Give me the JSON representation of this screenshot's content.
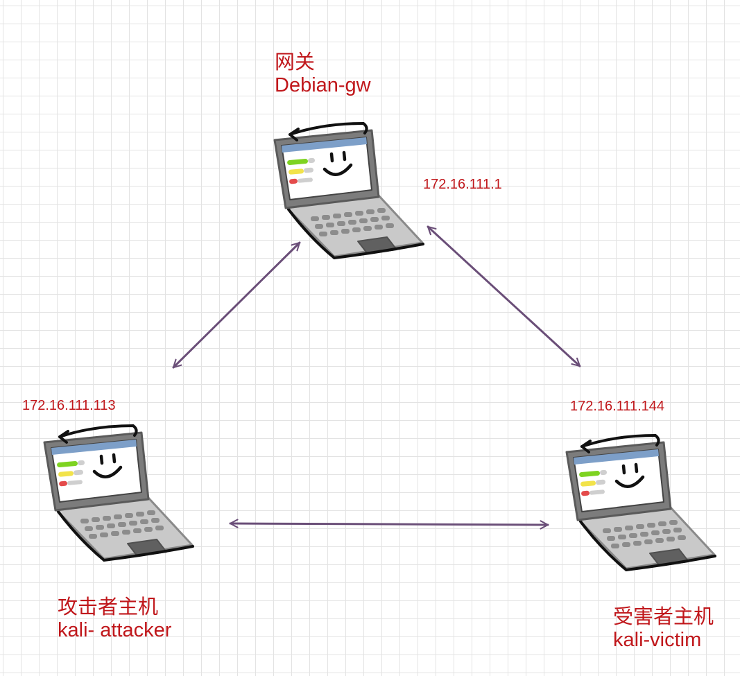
{
  "nodes": {
    "gateway": {
      "role": "网关",
      "hostname": "Debian-gw",
      "ip": "172.16.111.1"
    },
    "attacker": {
      "role": "攻击者主机",
      "hostname": "kali- attacker",
      "ip": "172.16.111.113"
    },
    "victim": {
      "role": "受害者主机",
      "hostname": "kali-victim",
      "ip": "172.16.111.144"
    }
  },
  "links": [
    {
      "from": "attacker",
      "to": "gateway",
      "style": "bidirectional"
    },
    {
      "from": "gateway",
      "to": "victim",
      "style": "bidirectional"
    },
    {
      "from": "attacker",
      "to": "victim",
      "style": "bidirectional"
    }
  ],
  "colors": {
    "label_text": "#c0171b",
    "arrow": "#6a4e78",
    "grid": "#e3e3e3",
    "laptop_frame": "#7c7c7c",
    "laptop_base": "#c9c9c9",
    "screen": "#ffffff",
    "screen_titlebar": "#7d9fc8"
  }
}
